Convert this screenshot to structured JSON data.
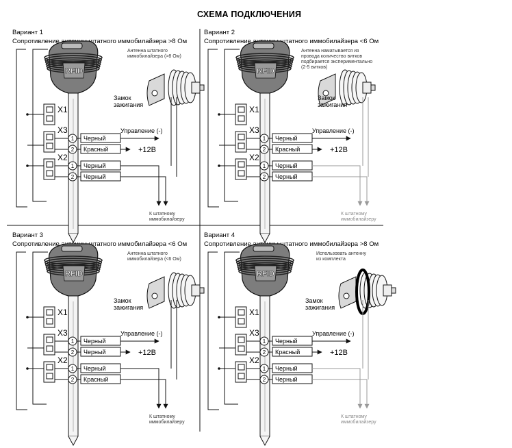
{
  "title": "СХЕМА ПОДКЛЮЧЕНИЯ",
  "variants": [
    {
      "name": "Вариант 1",
      "subtitle": "Сопротивление антенны штатного иммобилайзера >8 Ом",
      "antenna_note": [
        "Антенна штатного",
        "иммобилайзера (>8 Ом)"
      ],
      "lock": [
        "Замок",
        "зажигания"
      ],
      "control": "Управление (-)",
      "v12": "+12В",
      "to_immo": [
        "К штатному",
        "иммобилайзеру"
      ],
      "wires": [
        "Черный",
        "Красный",
        "Черный",
        "Черный"
      ]
    },
    {
      "name": "Вариант 2",
      "subtitle": "Сопротивление антенны штатного иммобилайзера <6 Ом",
      "antenna_note": [
        "Антенна наматывается из",
        "провода количество витков",
        "подбирается экспериментально",
        "(2-5 витков)"
      ],
      "lock": [
        "Замок",
        "зажигания"
      ],
      "control": "Управление (-)",
      "v12": "+12В",
      "to_immo": [
        "К штатному",
        "иммобилайзеру"
      ],
      "wires": [
        "Черный",
        "Красный",
        "Черный",
        "Черный"
      ]
    },
    {
      "name": "Вариант 3",
      "subtitle": "Сопротивление антенны штатного иммобилайзера <6 Ом",
      "antenna_note": [
        "Антенна штатного",
        "иммобилайзера (<6 Ом)"
      ],
      "lock": [
        "Замок",
        "зажигания"
      ],
      "control": "Управление (-)",
      "v12": "+12В",
      "to_immo": [
        "К штатному",
        "иммобилайзеру"
      ],
      "wires": [
        "Черный",
        "Черный",
        "Черный",
        "Красный"
      ]
    },
    {
      "name": "Вариант 4",
      "subtitle": "Сопротивление антенны штатного иммобилайзера >8 Ом",
      "antenna_note": [
        "Использовать антенну",
        "из комплекта"
      ],
      "lock": [
        "Замок",
        "зажигания"
      ],
      "control": "Управление (-)",
      "v12": "+12В",
      "to_immo": [
        "К штатному",
        "иммобилайзеру"
      ],
      "wires": [
        "Черный",
        "Красный",
        "Черный",
        "Черный"
      ]
    }
  ],
  "connectors": [
    "X1",
    "X3",
    "X2"
  ],
  "pin_numbers": [
    "1",
    "2"
  ],
  "key_text": "RFID",
  "colors": {
    "line": "#111111",
    "gray_arrow": "#9a9a9a",
    "key_body": "#7d7d7d",
    "background": "#ffffff"
  }
}
